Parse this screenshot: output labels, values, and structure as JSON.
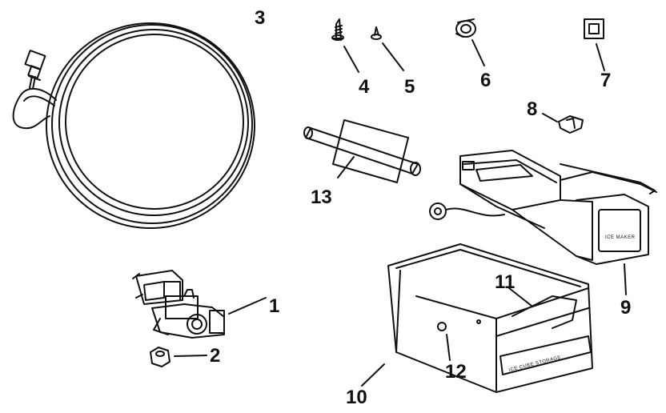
{
  "callouts": {
    "c1": "1",
    "c2": "2",
    "c3": "3",
    "c4": "4",
    "c5": "5",
    "c6": "6",
    "c7": "7",
    "c8": "8",
    "c9": "9",
    "c10": "10",
    "c11": "11",
    "c12": "12",
    "c13": "13"
  },
  "labels": {
    "ice_maker_face": "ICE MAKER",
    "bin_label": "ICE CUBE STORAGE"
  },
  "colors": {
    "ink": "#111111",
    "paper": "#ffffff"
  }
}
